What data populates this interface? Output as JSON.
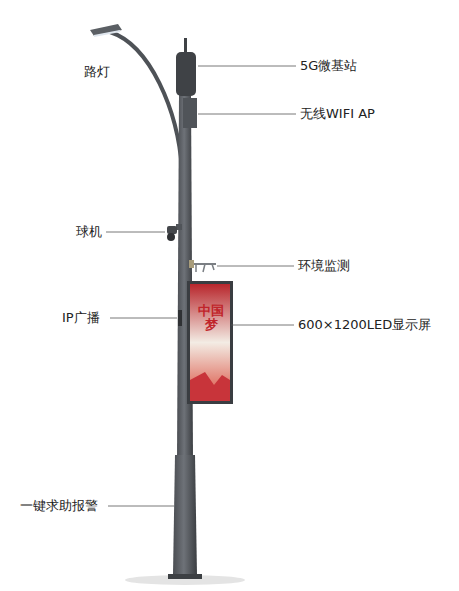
{
  "diagram": {
    "labels": [
      "路灯",
      "5G微基站",
      "无线WIFI AP",
      "球机",
      "环境监测",
      "IP广播",
      "600×1200LED显示屏",
      "一键求助报警",
      "中国梦"
    ]
  }
}
